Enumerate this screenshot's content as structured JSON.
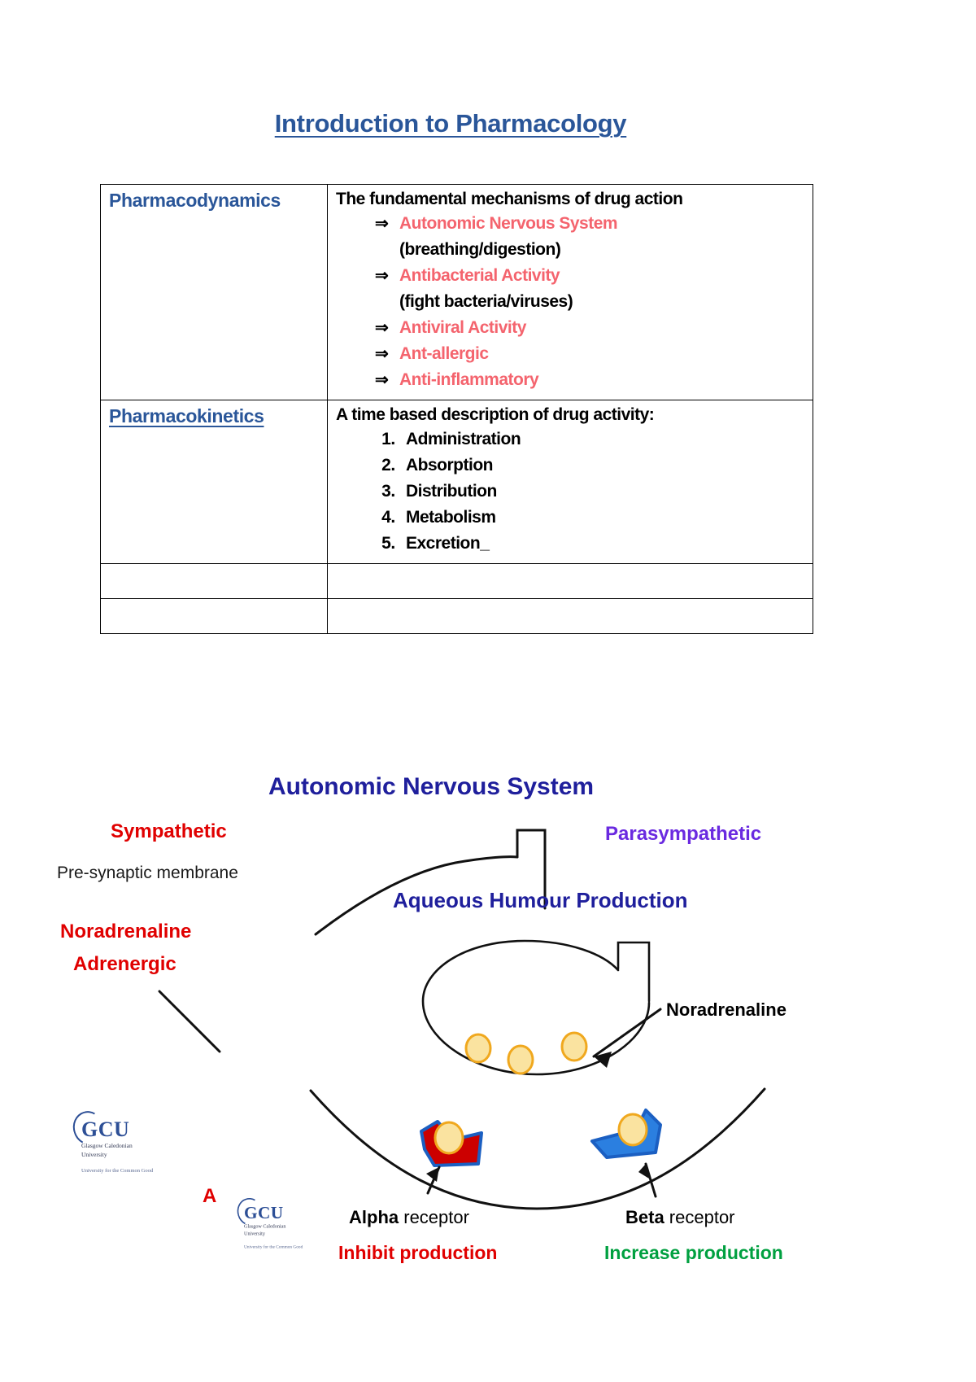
{
  "document": {
    "title": "Introduction to Pharmacology"
  },
  "table": {
    "rows": [
      {
        "term": "Pharmacodynamics",
        "term_underlined": false,
        "heading": "The fundamental mechanisms of drug action",
        "bullets": [
          {
            "text": "Autonomic Nervous System",
            "kind": "arrow",
            "color": "#f4646e"
          },
          {
            "text": "(breathing/digestion)",
            "kind": "sub",
            "color": "#000000"
          },
          {
            "text": "Antibacterial Activity",
            "kind": "arrow",
            "color": "#f4646e"
          },
          {
            "text": "(fight bacteria/viruses)",
            "kind": "sub",
            "color": "#000000"
          },
          {
            "text": "Antiviral Activity",
            "kind": "arrow",
            "color": "#f4646e"
          },
          {
            "text": "Ant-allergic",
            "kind": "arrow",
            "color": "#f4646e"
          },
          {
            "text": "Anti-inflammatory",
            "kind": "arrow",
            "color": "#f4646e"
          }
        ],
        "numbered": []
      },
      {
        "term": "Pharmacokinetics",
        "term_underlined": true,
        "heading": "A time based description of drug activity:",
        "bullets": [],
        "numbered": [
          "Administration",
          "Absorption",
          "Distribution",
          "Metabolism",
          "Excretion_"
        ]
      },
      {
        "term": "",
        "heading": "",
        "bullets": [],
        "numbered": []
      },
      {
        "term": "",
        "heading": "",
        "bullets": [],
        "numbered": []
      }
    ]
  },
  "diagram": {
    "title": "Autonomic Nervous System",
    "sympathetic": "Sympathetic",
    "parasympathetic": "Parasympathetic",
    "pre_synaptic_membrane": "Pre-synaptic membrane",
    "aqueous_humour_production": "Aqueous Humour Production",
    "noradrenaline_left": "Noradrenaline",
    "adrenergic": "Adrenergic",
    "noradrenaline_vesicle": "Noradrenaline",
    "alpha_receptor_bold": "Alpha",
    "alpha_receptor_rest": " receptor",
    "beta_receptor_bold": "Beta",
    "beta_receptor_rest": " receptor",
    "inhibit_production": "Inhibit production",
    "increase_production": "Increase production",
    "annotation_a": "A",
    "colors": {
      "title_blue": "#1f1f9c",
      "sympathetic_red": "#e00000",
      "parasympathetic_purple": "#6a2ae0",
      "inhibit_red": "#e00000",
      "increase_green": "#00a040",
      "vesicle_fill": "#fae3a0",
      "vesicle_stroke": "#f0a81e",
      "alpha_receptor_fill": "#cc0000",
      "beta_receptor_fill": "#2b7fe0",
      "receptor_stroke": "#1b5fc2"
    }
  },
  "logo": {
    "mark": "GCU",
    "name_line1": "Glasgow Caledonian",
    "name_line2": "University",
    "tagline": "University for the Common Good"
  }
}
